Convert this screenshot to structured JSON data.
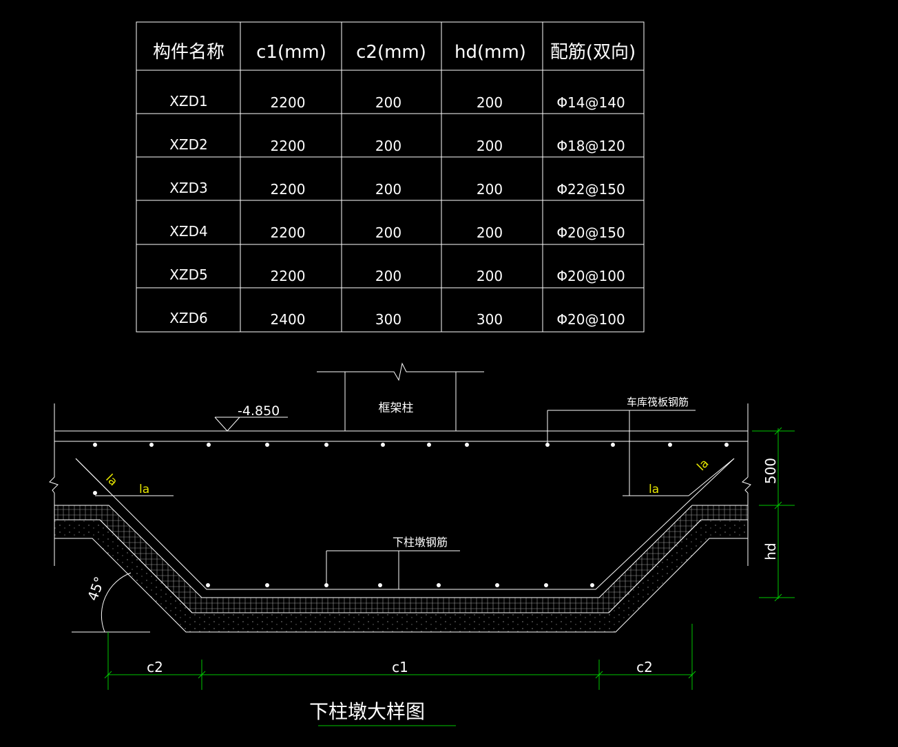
{
  "table": {
    "headers": [
      "构件名称",
      "c1(mm)",
      "c2(mm)",
      "hd(mm)",
      "配筋(双向)"
    ],
    "rows": [
      [
        "XZD1",
        "2200",
        "200",
        "200",
        "Φ14@140"
      ],
      [
        "XZD2",
        "2200",
        "200",
        "200",
        "Φ18@120"
      ],
      [
        "XZD3",
        "2200",
        "200",
        "200",
        "Φ22@150"
      ],
      [
        "XZD4",
        "2200",
        "200",
        "200",
        "Φ20@150"
      ],
      [
        "XZD5",
        "2200",
        "200",
        "200",
        "Φ20@100"
      ],
      [
        "XZD6",
        "2400",
        "300",
        "300",
        "Φ20@100"
      ]
    ]
  },
  "detail": {
    "elevation": "-4.850",
    "column_label": "框架柱",
    "slab_rebar_label": "车库筏板钢筋",
    "pier_rebar_label": "下柱墩钢筋",
    "anchorage_label": "la",
    "angle_label": "45°",
    "dim_labels": {
      "c1": "c1",
      "c2": "c2",
      "hd": "hd",
      "slab_thickness": "500"
    },
    "title": "下柱墩大样图"
  },
  "colors": {
    "background": "#000000",
    "lines": "#ffffff",
    "dimensions": "#00c800",
    "anchorage": "#e6e600"
  }
}
